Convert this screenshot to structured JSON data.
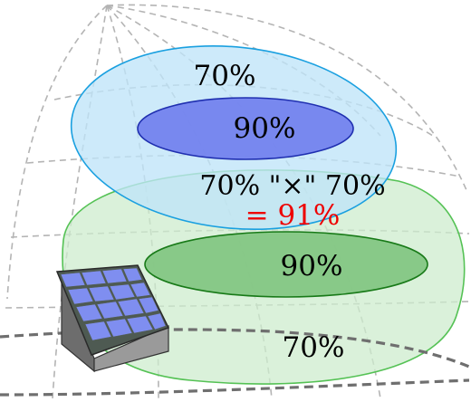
{
  "labels": {
    "blue_outer": "70%",
    "blue_inner": "90%",
    "combined": "70% \"×\" 70%",
    "combined_result": "= 91%",
    "green_inner": "90%",
    "green_outer": "70%"
  },
  "icons": {
    "solar_panel": "solar-panel-icon"
  },
  "colors": {
    "blue_outer_fill": "#bfe4f8",
    "blue_outer_stroke": "#1aa0e0",
    "blue_inner_fill": "#7383ee",
    "blue_inner_stroke": "#1f2fb0",
    "green_outer_fill": "#cdeccd",
    "green_outer_stroke": "#55c255",
    "green_inner_fill": "#84c684",
    "green_inner_stroke": "#187a18",
    "result_text": "#ee0000",
    "grid": "#b4b4b4",
    "panel_cells": "#7f8ef0"
  }
}
